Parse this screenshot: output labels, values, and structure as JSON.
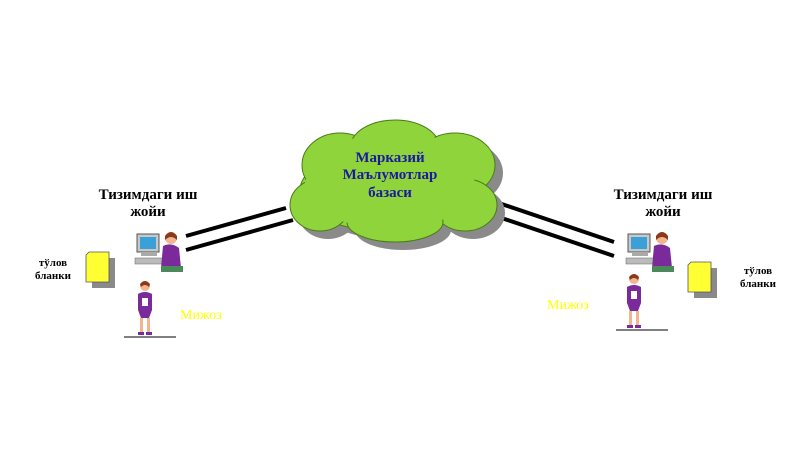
{
  "cloud": {
    "label_line1": "Марказий",
    "label_line2": "Маълумотлар",
    "label_line3": "базаси",
    "fill_color": "#8fd43a",
    "shadow_color": "#8a8a8a",
    "text_color": "#1a1aa0"
  },
  "left_station": {
    "workplace_line1": "Тизимдаги иш",
    "workplace_line2": "жойи",
    "form_line1": "тўлов",
    "form_line2": "бланки",
    "client": "Мижоз"
  },
  "right_station": {
    "workplace_line1": "Тизимдаги иш",
    "workplace_line2": "жойи",
    "form_line1": "тўлов",
    "form_line2": "бланки",
    "client": "Мижоз"
  },
  "colors": {
    "form_fill": "#ffff33",
    "client_text": "#ffff00",
    "person_dress": "#7a2a9a",
    "skin": "#f2b58f"
  },
  "icons": [
    "cloud-icon",
    "computer-operator-icon",
    "payment-form-icon",
    "client-person-icon"
  ]
}
